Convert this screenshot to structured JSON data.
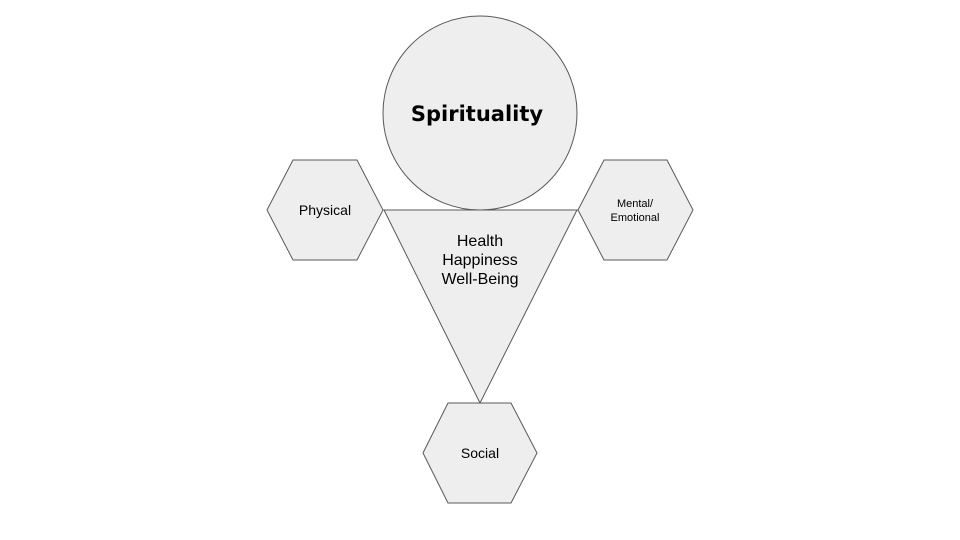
{
  "diagram": {
    "center": {
      "lines": [
        "Health",
        "Happiness",
        "Well-Being"
      ]
    },
    "top": {
      "label": "Spirituality"
    },
    "left": {
      "label": "Physical"
    },
    "right": {
      "lines": [
        "Mental/",
        "Emotional"
      ]
    },
    "bottom": {
      "label": "Social"
    },
    "colors": {
      "fill": "#eeeeee",
      "stroke": "#595959"
    }
  }
}
